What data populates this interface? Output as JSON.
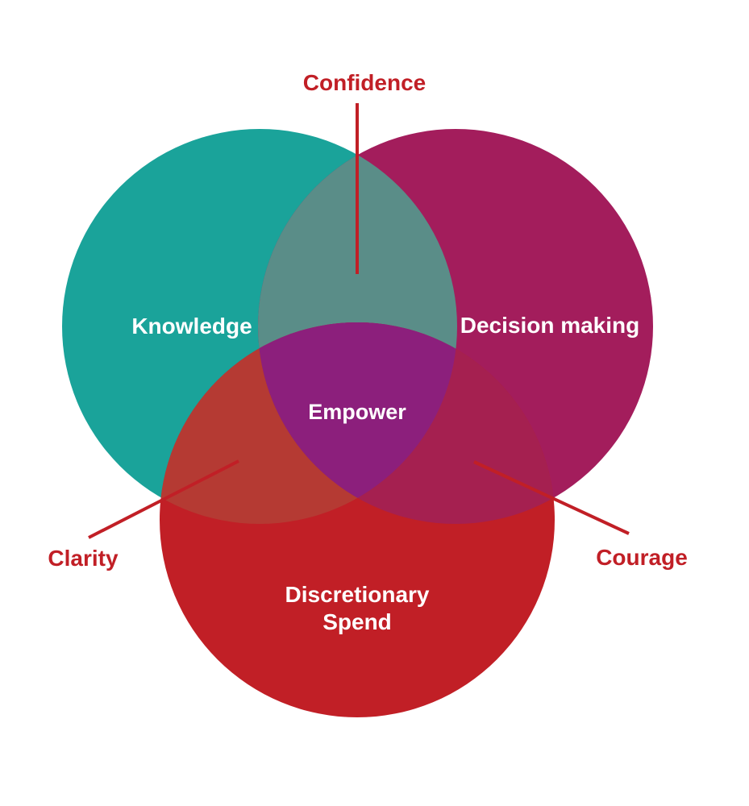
{
  "diagram": {
    "sets": {
      "knowledge": {
        "label": "Knowledge",
        "color": "#1aa39a"
      },
      "decision_making": {
        "label": "Decision making",
        "color": "#a31d5c"
      },
      "discretionary_spend": {
        "label_line1": "Discretionary",
        "label_line2": "Spend",
        "color": "#c11f26"
      }
    },
    "intersections": {
      "knowledge_decision": {
        "label": "Confidence",
        "color": "#5a8d88"
      },
      "knowledge_spend": {
        "label": "Clarity",
        "color": "#b53a33"
      },
      "decision_spend": {
        "label": "Courage",
        "color": "#a52050"
      },
      "all_three": {
        "label": "Empower",
        "color": "#8c1f7c"
      }
    },
    "callout_color": "#c11f26"
  }
}
